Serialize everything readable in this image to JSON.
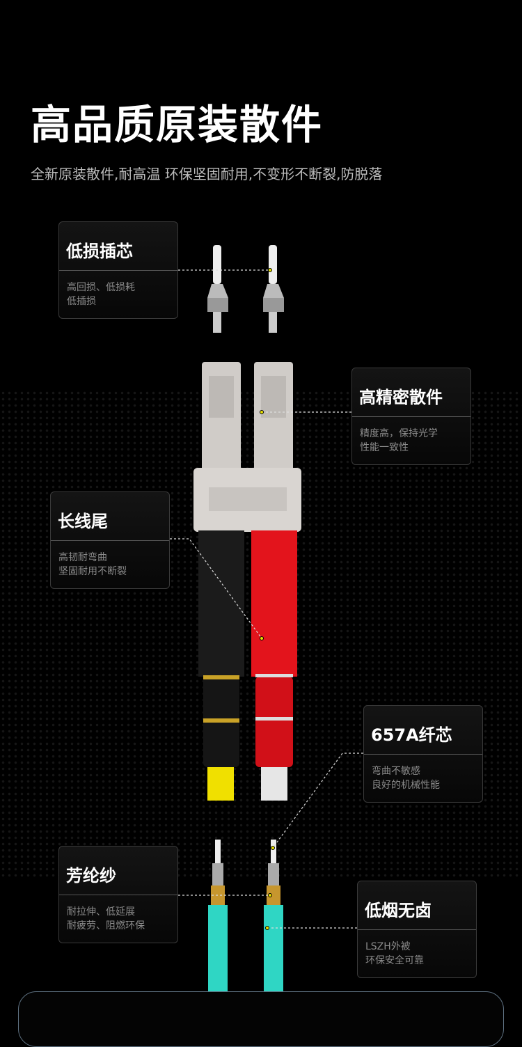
{
  "header": {
    "title": "高品质原装散件",
    "subtitle": "全新原装散件,耐高温 环保坚固耐用,不变形不断裂,防脱落"
  },
  "callouts": [
    {
      "title": "低损插芯",
      "desc": [
        "高回损、低损耗",
        "低插损"
      ]
    },
    {
      "title": "高精密散件",
      "desc": [
        "精度高，保持光学",
        "性能一致性"
      ]
    },
    {
      "title": "长线尾",
      "desc": [
        "高韧耐弯曲",
        "坚固耐用不断裂"
      ]
    },
    {
      "title": "657A纤芯",
      "desc": [
        "弯曲不敏感",
        "良好的机械性能"
      ]
    },
    {
      "title": "芳纶纱",
      "desc": [
        "耐拉伸、低延展",
        "耐疲劳、阻燃环保"
      ]
    },
    {
      "title": "低烟无卤",
      "desc": [
        "LSZH外被",
        "环保安全可靠"
      ]
    }
  ],
  "colors": {
    "background": "#000000",
    "accent_dot": "#e8e000",
    "cable_red": "#e3141c",
    "cable_aqua": "#2fd6c4",
    "fiber_yellow": "#f0e000"
  }
}
